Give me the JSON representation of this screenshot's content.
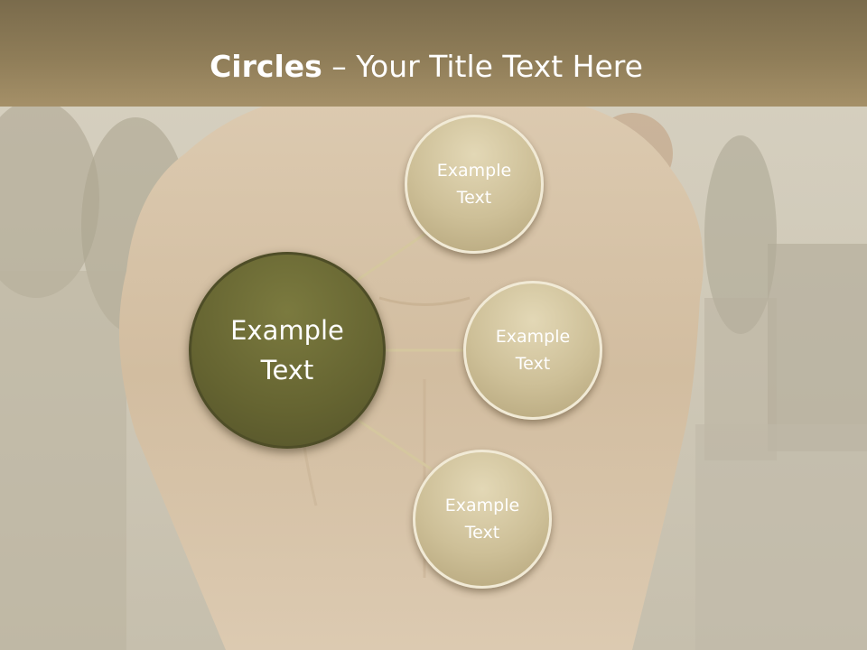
{
  "title": {
    "bold": "Circles",
    "rest": " – Your Title Text Here"
  },
  "center_circle": {
    "label": "Example\nText",
    "color": "#656431"
  },
  "outer_circles": [
    {
      "label": "Example\nText"
    },
    {
      "label": "Example\nText"
    },
    {
      "label": "Example\nText"
    }
  ],
  "colors": {
    "title_bar": "#8f7d58",
    "outer_circle": "#cdbf97",
    "connector": "#d5c79f"
  }
}
